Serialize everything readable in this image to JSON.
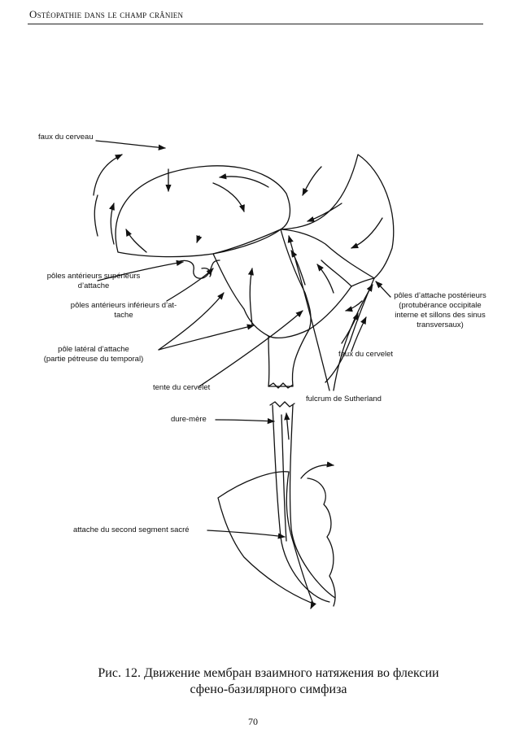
{
  "header": {
    "running_title": "Ostéopathie dans le champ crânien"
  },
  "figure": {
    "labels": {
      "faux_cerveau": "faux du cerveau",
      "poles_ant_sup": [
        "pôles antérieurs supérieurs",
        "d’attache"
      ],
      "poles_ant_inf": [
        "pôles antérieurs inférieurs d’at-",
        "tache"
      ],
      "pole_lateral": [
        "pôle latéral d’attache",
        "(partie pétreuse du temporal)"
      ],
      "tente_cervelet": "tente du cervelet",
      "poles_post": [
        "pôles d’attache postérieurs",
        "(protubérance occipitale",
        "interne et sillons des sinus",
        "transversaux)"
      ],
      "faux_cervelet": "faux du cervelet",
      "fulcrum": "fulcrum de Sutherland",
      "dure_mere": "dure-mère",
      "attache_sacre": "attache du second segment sacré"
    }
  },
  "caption": {
    "line1": "Рис. 12. Движение мембран взаимного натяжения во флексии",
    "line2": "сфено-базилярного симфиза"
  },
  "page_number": "70"
}
